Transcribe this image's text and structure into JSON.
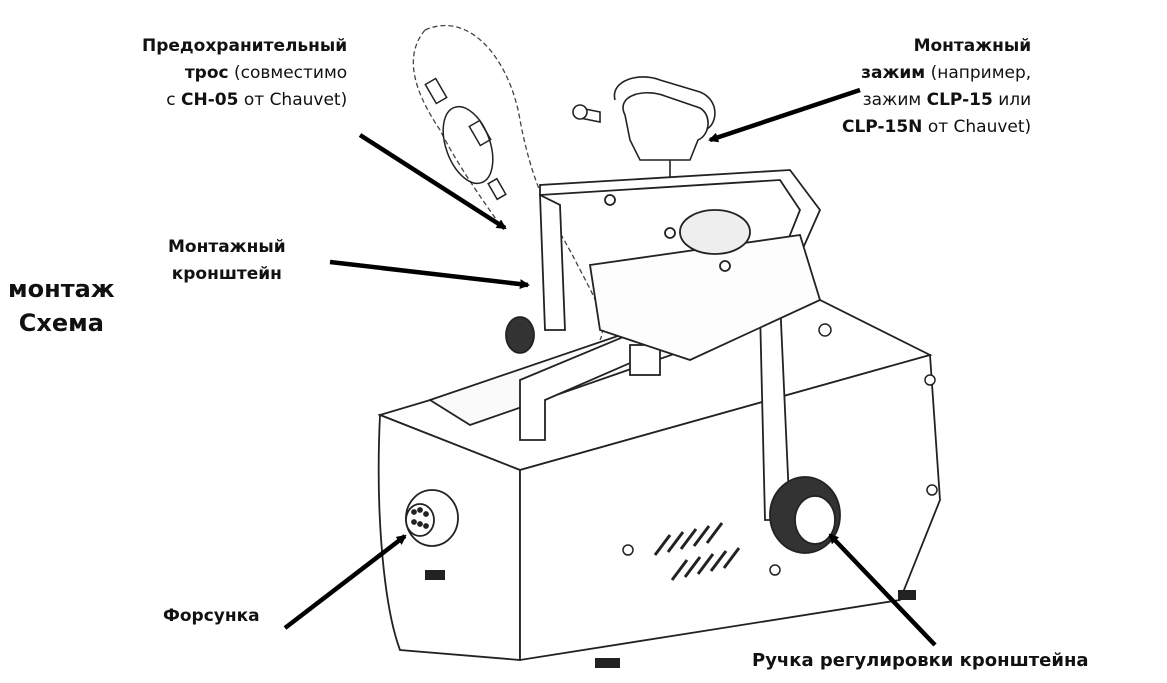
{
  "labels": {
    "safety_cable": {
      "line1_bold": "Предохранительный",
      "line2_bold": "трос",
      "line2_plain": " (совместимо",
      "line3_plain1": "с ",
      "line3_bold": "CH-05",
      "line3_plain2": " от Chauvet)"
    },
    "mounting_clamp": {
      "line1_bold": "Монтажный",
      "line2_bold": "зажим",
      "line2_plain": " (например,",
      "line3_plain": "зажим ",
      "line3_bold": "CLP-15",
      "line3_plain2": " или",
      "line4_bold": "CLP-15N",
      "line4_plain": " от Chauvet)"
    },
    "mounting_bracket": {
      "line1": "Монтажный",
      "line2": "кронштейн"
    },
    "diagram_title": {
      "line1": "монтаж",
      "line2": "Схема"
    },
    "nozzle": "Форсунка",
    "bracket_knob": "Ручка регулировки кронштейна"
  },
  "colors": {
    "line": "#222222",
    "arrow": "#000000",
    "background": "#ffffff"
  }
}
